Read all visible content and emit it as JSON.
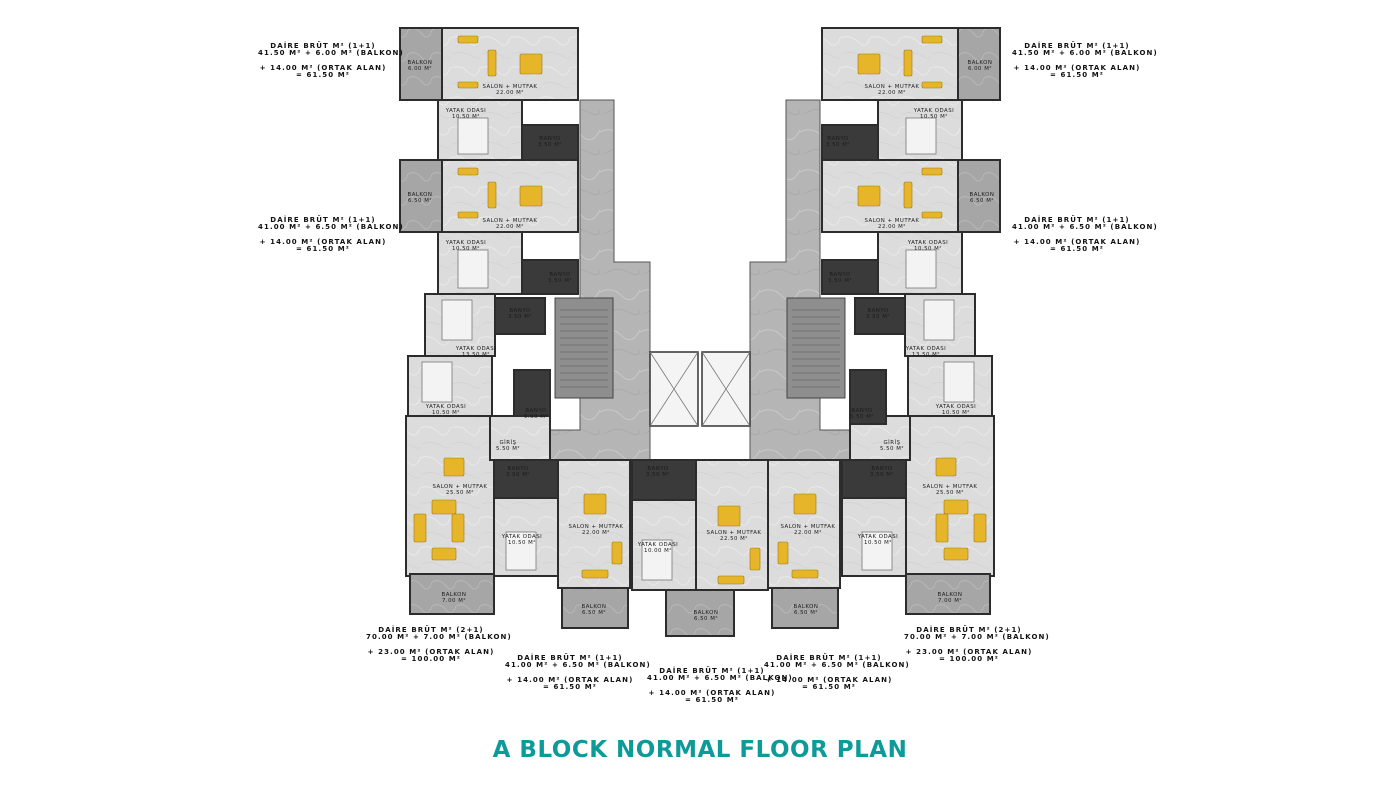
{
  "title": "A BLOCK NORMAL FLOOR PLAN",
  "colors": {
    "title": "#0f9a9a",
    "marble": "#b9b9b9",
    "wall": "#2c2c2c",
    "furniture": "#e7b52a"
  },
  "units": [
    {
      "lines": [
        "DAİRE BRÜT M² (1+1)",
        "41.50 M² + 6.00 M² (BALKON)",
        "+ 14.00 M² (ORTAK ALAN)",
        "= 61.50 M²"
      ]
    },
    {
      "lines": [
        "DAİRE BRÜT M² (1+1)",
        "41.50 M² + 6.00 M² (BALKON)",
        "+ 14.00 M² (ORTAK ALAN)",
        "= 61.50 M²"
      ]
    },
    {
      "lines": [
        "DAİRE BRÜT M² (1+1)",
        "41.00 M² + 6.50 M² (BALKON)",
        "+ 14.00 M² (ORTAK ALAN)",
        "= 61.50 M²"
      ]
    },
    {
      "lines": [
        "DAİRE BRÜT M² (1+1)",
        "41.00 M² + 6.50 M² (BALKON)",
        "+ 14.00 M² (ORTAK ALAN)",
        "= 61.50 M²"
      ]
    },
    {
      "lines": [
        "DAİRE BRÜT M² (2+1)",
        "70.00 M² + 7.00 M² (BALKON)",
        "+ 23.00 M² (ORTAK ALAN)",
        "= 100.00 M²"
      ]
    },
    {
      "lines": [
        "DAİRE BRÜT M² (2+1)",
        "70.00 M² + 7.00 M² (BALKON)",
        "+ 23.00 M² (ORTAK ALAN)",
        "= 100.00 M²"
      ]
    },
    {
      "lines": [
        "DAİRE BRÜT M² (1+1)",
        "41.00 M² + 6.50 M² (BALKON)",
        "+ 14.00 M² (ORTAK ALAN)",
        "= 61.50 M²"
      ]
    },
    {
      "lines": [
        "DAİRE BRÜT M² (1+1)",
        "41.00 M² + 6.50 M² (BALKON)",
        "+ 14.00 M² (ORTAK ALAN)",
        "= 61.50 M²"
      ]
    },
    {
      "lines": [
        "DAİRE BRÜT M² (1+1)",
        "41.00 M² + 6.50 M² (BALKON)",
        "+ 14.00 M² (ORTAK ALAN)",
        "= 61.50 M²"
      ]
    }
  ],
  "rooms": [
    {
      "name": "BALKON",
      "area": "6.00 M²"
    },
    {
      "name": "SALON + MUTFAK",
      "area": "22.00 M²"
    },
    {
      "name": "YATAK ODASI",
      "area": "10.50 M²"
    },
    {
      "name": "BANYO",
      "area": "3.50 M²"
    },
    {
      "name": "BALKON",
      "area": "6.50 M²"
    },
    {
      "name": "SALON + MUTFAK",
      "area": "22.00 M²"
    },
    {
      "name": "YATAK ODASI",
      "area": "10.50 M²"
    },
    {
      "name": "BANYO",
      "area": "3.50 M²"
    },
    {
      "name": "BANYO",
      "area": "3.50 M²"
    },
    {
      "name": "YATAK ODASI",
      "area": "13.50 M²"
    },
    {
      "name": "YATAK ODASI",
      "area": "10.50 M²"
    },
    {
      "name": "BANYO",
      "area": "5.50 M²"
    },
    {
      "name": "GİRİŞ",
      "area": "5.50 M²"
    },
    {
      "name": "SALON + MUTFAK",
      "area": "25.50 M²"
    },
    {
      "name": "BALKON",
      "area": "7.00 M²"
    },
    {
      "name": "BANYO",
      "area": "3.50 M²"
    },
    {
      "name": "YATAK ODASI",
      "area": "10.50 M²"
    },
    {
      "name": "SALON + MUTFAK",
      "area": "22.00 M²"
    },
    {
      "name": "BALKON",
      "area": "6.50 M²"
    },
    {
      "name": "BANYO",
      "area": "3.50 M²"
    },
    {
      "name": "YATAK ODASI",
      "area": "10.00 M²"
    },
    {
      "name": "SALON + MUTFAK",
      "area": "22.50 M²"
    },
    {
      "name": "BALKON",
      "area": "6.50 M²"
    },
    {
      "name": "SALON + MUTFAK",
      "area": "22.00 M²"
    },
    {
      "name": "BALKON",
      "area": "6.50 M²"
    },
    {
      "name": "YATAK ODASI",
      "area": "10.50 M²"
    },
    {
      "name": "BANYO",
      "area": "3.50 M²"
    },
    {
      "name": "SALON + MUTFAK",
      "area": "25.50 M²"
    },
    {
      "name": "BALKON",
      "area": "7.00 M²"
    },
    {
      "name": "GİRİŞ",
      "area": "5.50 M²"
    },
    {
      "name": "YATAK ODASI",
      "area": "10.50 M²"
    },
    {
      "name": "BANYO",
      "area": "5.50 M²"
    },
    {
      "name": "YATAK ODASI",
      "area": "13.50 M²"
    },
    {
      "name": "BANYO",
      "area": "3.50 M²"
    },
    {
      "name": "BANYO",
      "area": "3.50 M²"
    },
    {
      "name": "YATAK ODASI",
      "area": "10.50 M²"
    },
    {
      "name": "SALON + MUTFAK",
      "area": "22.00 M²"
    },
    {
      "name": "BALKON",
      "area": "6.50 M²"
    },
    {
      "name": "BANYO",
      "area": "3.50 M²"
    },
    {
      "name": "YATAK ODASI",
      "area": "10.50 M²"
    },
    {
      "name": "SALON + MUTFAK",
      "area": "22.00 M²"
    },
    {
      "name": "BALKON",
      "area": "6.00 M²"
    }
  ]
}
